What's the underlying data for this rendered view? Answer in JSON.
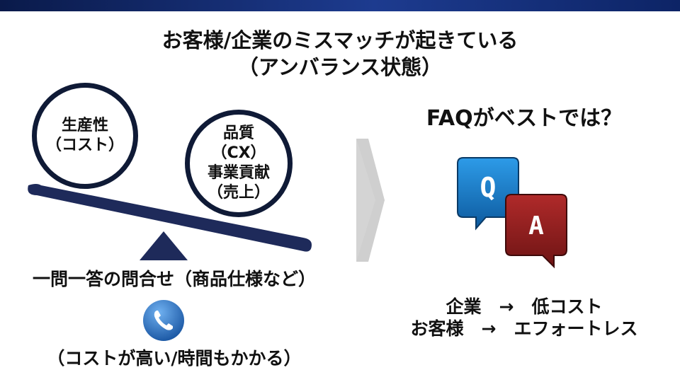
{
  "slide": {
    "title_line1": "お客様/企業のミスマッチが起きている",
    "title_line2": "（アンバランス状態）",
    "scale": {
      "left_circle": [
        "生産性",
        "（コスト）"
      ],
      "right_circle": [
        "品質",
        "（CX）",
        "事業貢献",
        "（売上）"
      ]
    },
    "caption": "一問一答の問合せ（商品仕様など）",
    "phone_icon": "phone-icon",
    "caption_sub": "（コストが高い/時間もかかる）",
    "right": {
      "heading": "FAQがベストでは？",
      "q_label": "Q",
      "a_label": "A",
      "row1": "企業　→　低コスト",
      "row2": "お客様　→　エフォートレス"
    }
  },
  "colors": {
    "topbar": "#1d3b8f",
    "circle_border": "#0f1a36",
    "beam": "#1e2a5a",
    "q_bubble": "#1a78c2",
    "a_bubble": "#8c1c1c",
    "phone": "#2a6fc0"
  }
}
